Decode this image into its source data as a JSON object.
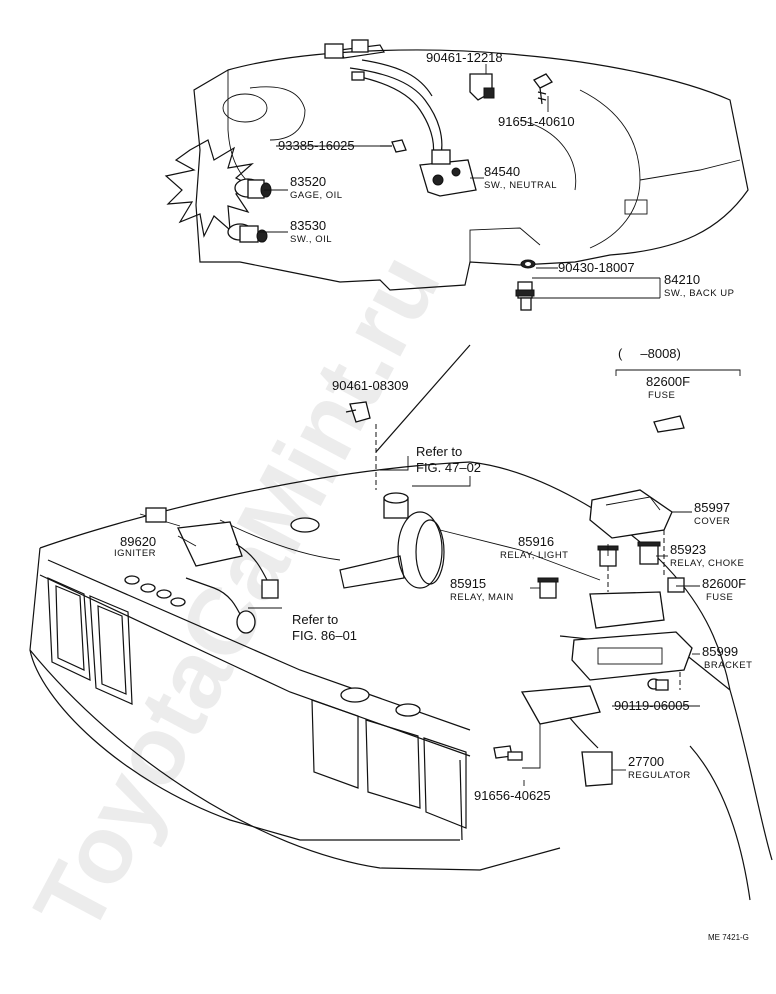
{
  "watermark": "ToyotaCaMint.ru",
  "code": "ME 7421-G",
  "labels": {
    "p90461_12218": "90461-12218",
    "p91651_40610": "91651-40610",
    "p93385_16025": "93385-16025",
    "p84540": "84540",
    "n84540": "SW., NEUTRAL",
    "p83520": "83520",
    "n83520": "GAGE, OIL",
    "p83530": "83530",
    "n83530": "SW., OIL",
    "p90430_18007": "90430-18007",
    "p84210": "84210",
    "n84210": "SW., BACK UP",
    "range": "(     –8008)",
    "p82600F_a": "82600F",
    "n82600F_a": "FUSE",
    "p90461_08309": "90461-08309",
    "ref47_a": "Refer to",
    "ref47_b": "FIG. 47–02",
    "p85997": "85997",
    "n85997": "COVER",
    "p89620": "89620",
    "n89620": "IGNITER",
    "p85916": "85916",
    "n85916": "RELAY, LIGHT",
    "p85923": "85923",
    "n85923": "RELAY, CHOKE",
    "p85915": "85915",
    "n85915": "RELAY, MAIN",
    "p82600F_b": "82600F",
    "n82600F_b": "FUSE",
    "ref86_a": "Refer to",
    "ref86_b": "FIG. 86–01",
    "p85999": "85999",
    "n85999": "BRACKET",
    "p90119_06005": "90119-06005",
    "p27700": "27700",
    "n27700": "REGULATOR",
    "p91656_40625": "91656-40625"
  }
}
